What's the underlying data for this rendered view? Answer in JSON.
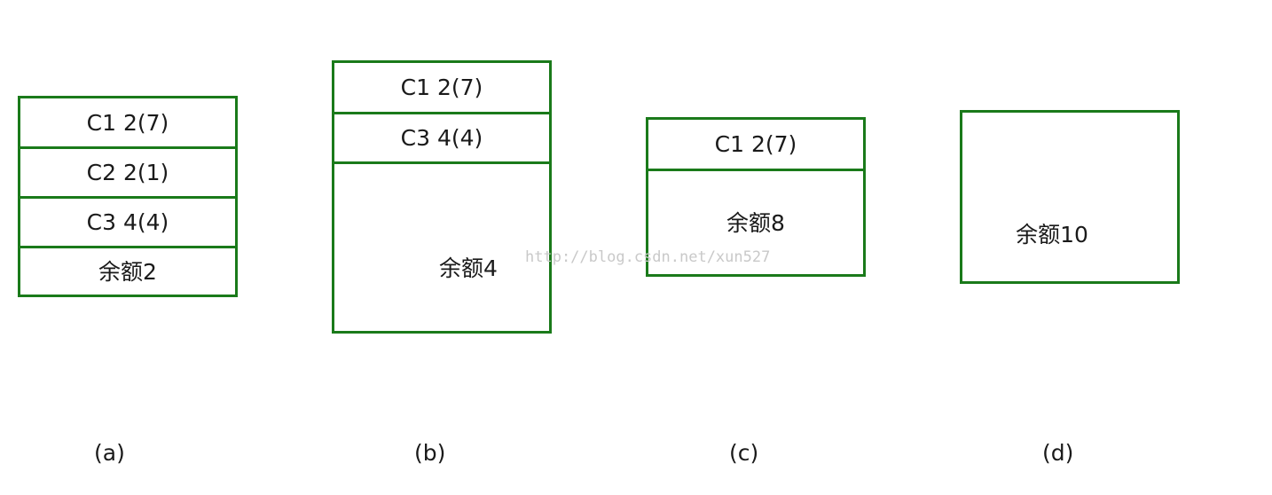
{
  "diagrams": [
    {
      "caption": "(a)",
      "cells": [
        "C1 2(7)",
        "C2 2(1)",
        "C3 4(4)",
        "余额2"
      ]
    },
    {
      "caption": "(b)",
      "cells": [
        "C1 2(7)",
        "C3 4(4)",
        "余额4"
      ]
    },
    {
      "caption": "(c)",
      "cells": [
        "C1 2(7)",
        "余额8"
      ]
    },
    {
      "caption": "(d)",
      "cells": [
        "余额10"
      ]
    }
  ],
  "watermark": "http://blog.csdn.net/xun527",
  "colors": {
    "border": "#1a7a1a",
    "text": "#1a1a1a",
    "watermark": "#c9c9c9"
  }
}
